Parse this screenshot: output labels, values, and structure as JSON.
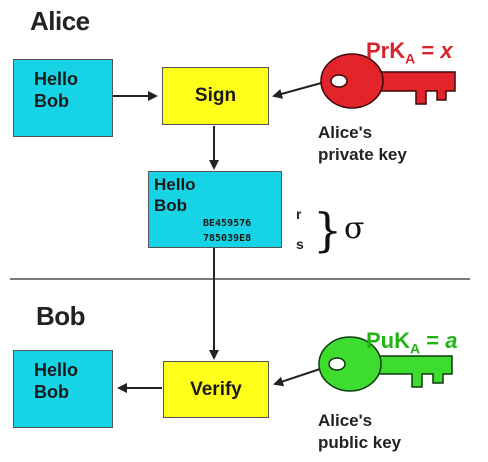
{
  "alice": {
    "title": "Alice",
    "message_line1": "Hello",
    "message_line2": "Bob",
    "sign_label": "Sign",
    "key_formula": {
      "name": "PrK",
      "subscript": "A",
      "equals": "=",
      "variable": "x"
    },
    "key_caption_line1": "Alice's",
    "key_caption_line2": "private key"
  },
  "signed_message": {
    "line1": "Hello",
    "line2": "Bob",
    "hex_line1": "BE459576",
    "hex_line2": "785039E8",
    "r_label": "r",
    "s_label": "s",
    "sigma": "σ"
  },
  "bob": {
    "title": "Bob",
    "verify_label": "Verify",
    "message_line1": "Hello",
    "message_line2": "Bob",
    "key_formula": {
      "name": "PuK",
      "subscript": "A",
      "equals": "=",
      "variable": "a"
    },
    "key_caption_line1": "Alice's",
    "key_caption_line2": "public key"
  },
  "colors": {
    "message_box": "#17d3e6",
    "process_box": "#ffff1a",
    "private_key": "#e3242b",
    "public_key": "#3ddc2f",
    "private_formula_text": "#d8232a",
    "public_formula_text": "#22b414"
  },
  "icons": [
    "private-key-icon",
    "public-key-icon"
  ]
}
